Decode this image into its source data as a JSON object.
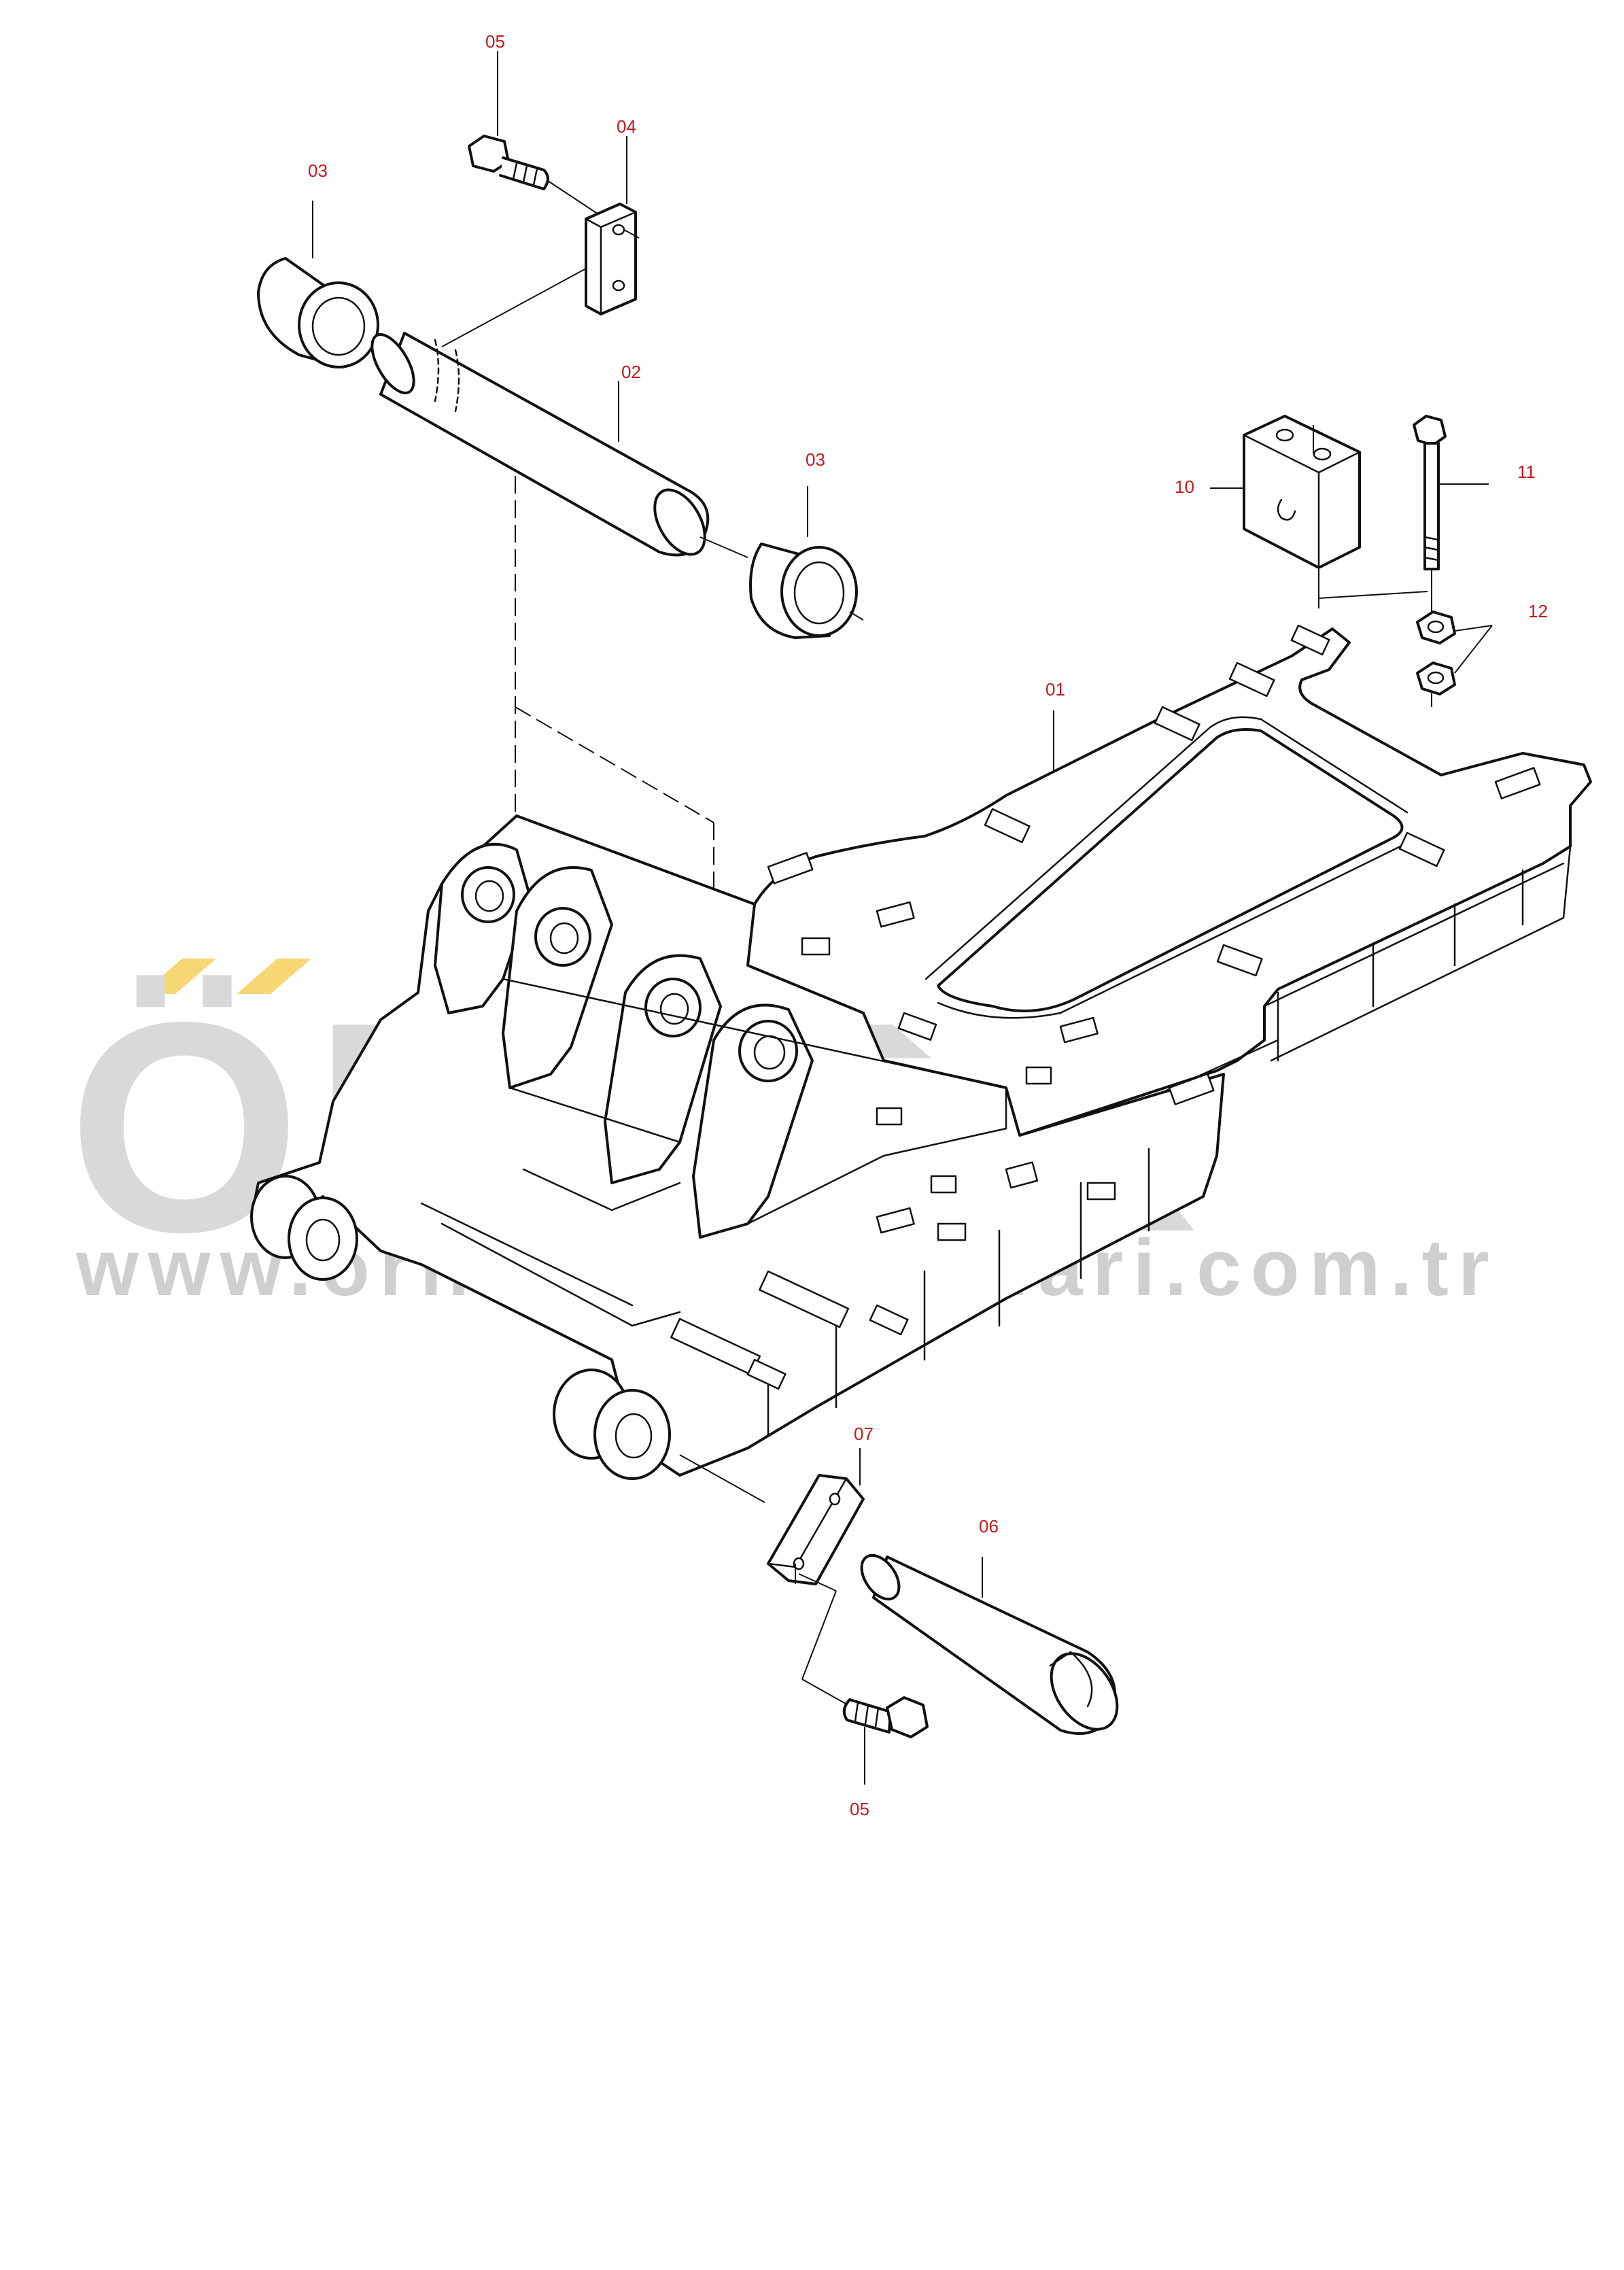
{
  "watermark": {
    "brand": "ÖRNEK",
    "url": "www.ornekismakinalari.com.tr",
    "accent_color": "#f7d774",
    "text_color": "#d9d9db"
  },
  "label_color": "#c8161d",
  "parts": [
    {
      "id": "05",
      "label": "05"
    },
    {
      "id": "04",
      "label": "04"
    },
    {
      "id": "03",
      "label": "03"
    },
    {
      "id": "02",
      "label": "02"
    },
    {
      "id": "03b",
      "label": "03"
    },
    {
      "id": "10",
      "label": "10"
    },
    {
      "id": "11",
      "label": "11"
    },
    {
      "id": "12",
      "label": "12"
    },
    {
      "id": "01",
      "label": "01"
    },
    {
      "id": "07",
      "label": "07"
    },
    {
      "id": "06",
      "label": "06"
    },
    {
      "id": "05b",
      "label": "05"
    }
  ]
}
